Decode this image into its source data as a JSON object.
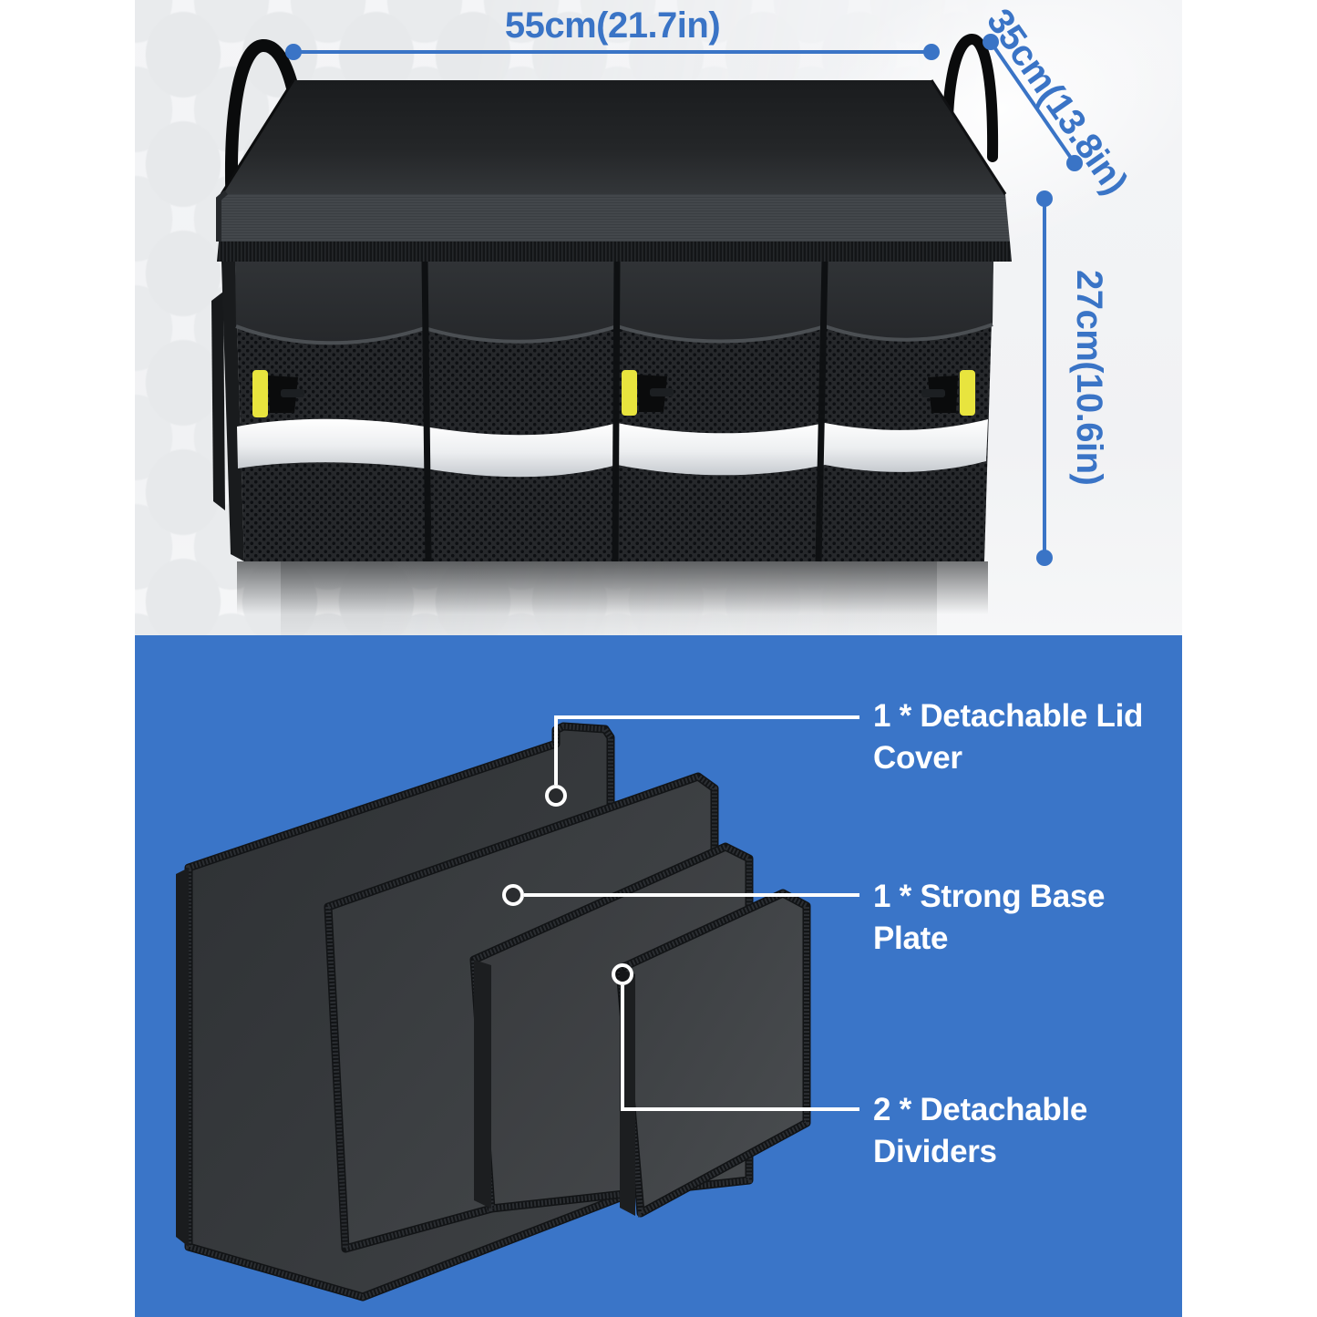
{
  "dimensions": {
    "width": "55cm(21.7in)",
    "depth": "35cm(13.8in)",
    "height": "27cm(10.6in)"
  },
  "components": [
    {
      "label": "1 * Detachable Lid Cover"
    },
    {
      "label": "1 * Strong Base Plate"
    },
    {
      "label": "2 * Detachable Dividers"
    }
  ],
  "colors": {
    "accent_blue": "#3a75c8",
    "dimension_blue": "#3a74c6",
    "label_white": "#ffffff",
    "buckle_yellow": "#e8e43e",
    "reflective_stripe": "#ffffff",
    "product_black": "#1d1f22"
  }
}
